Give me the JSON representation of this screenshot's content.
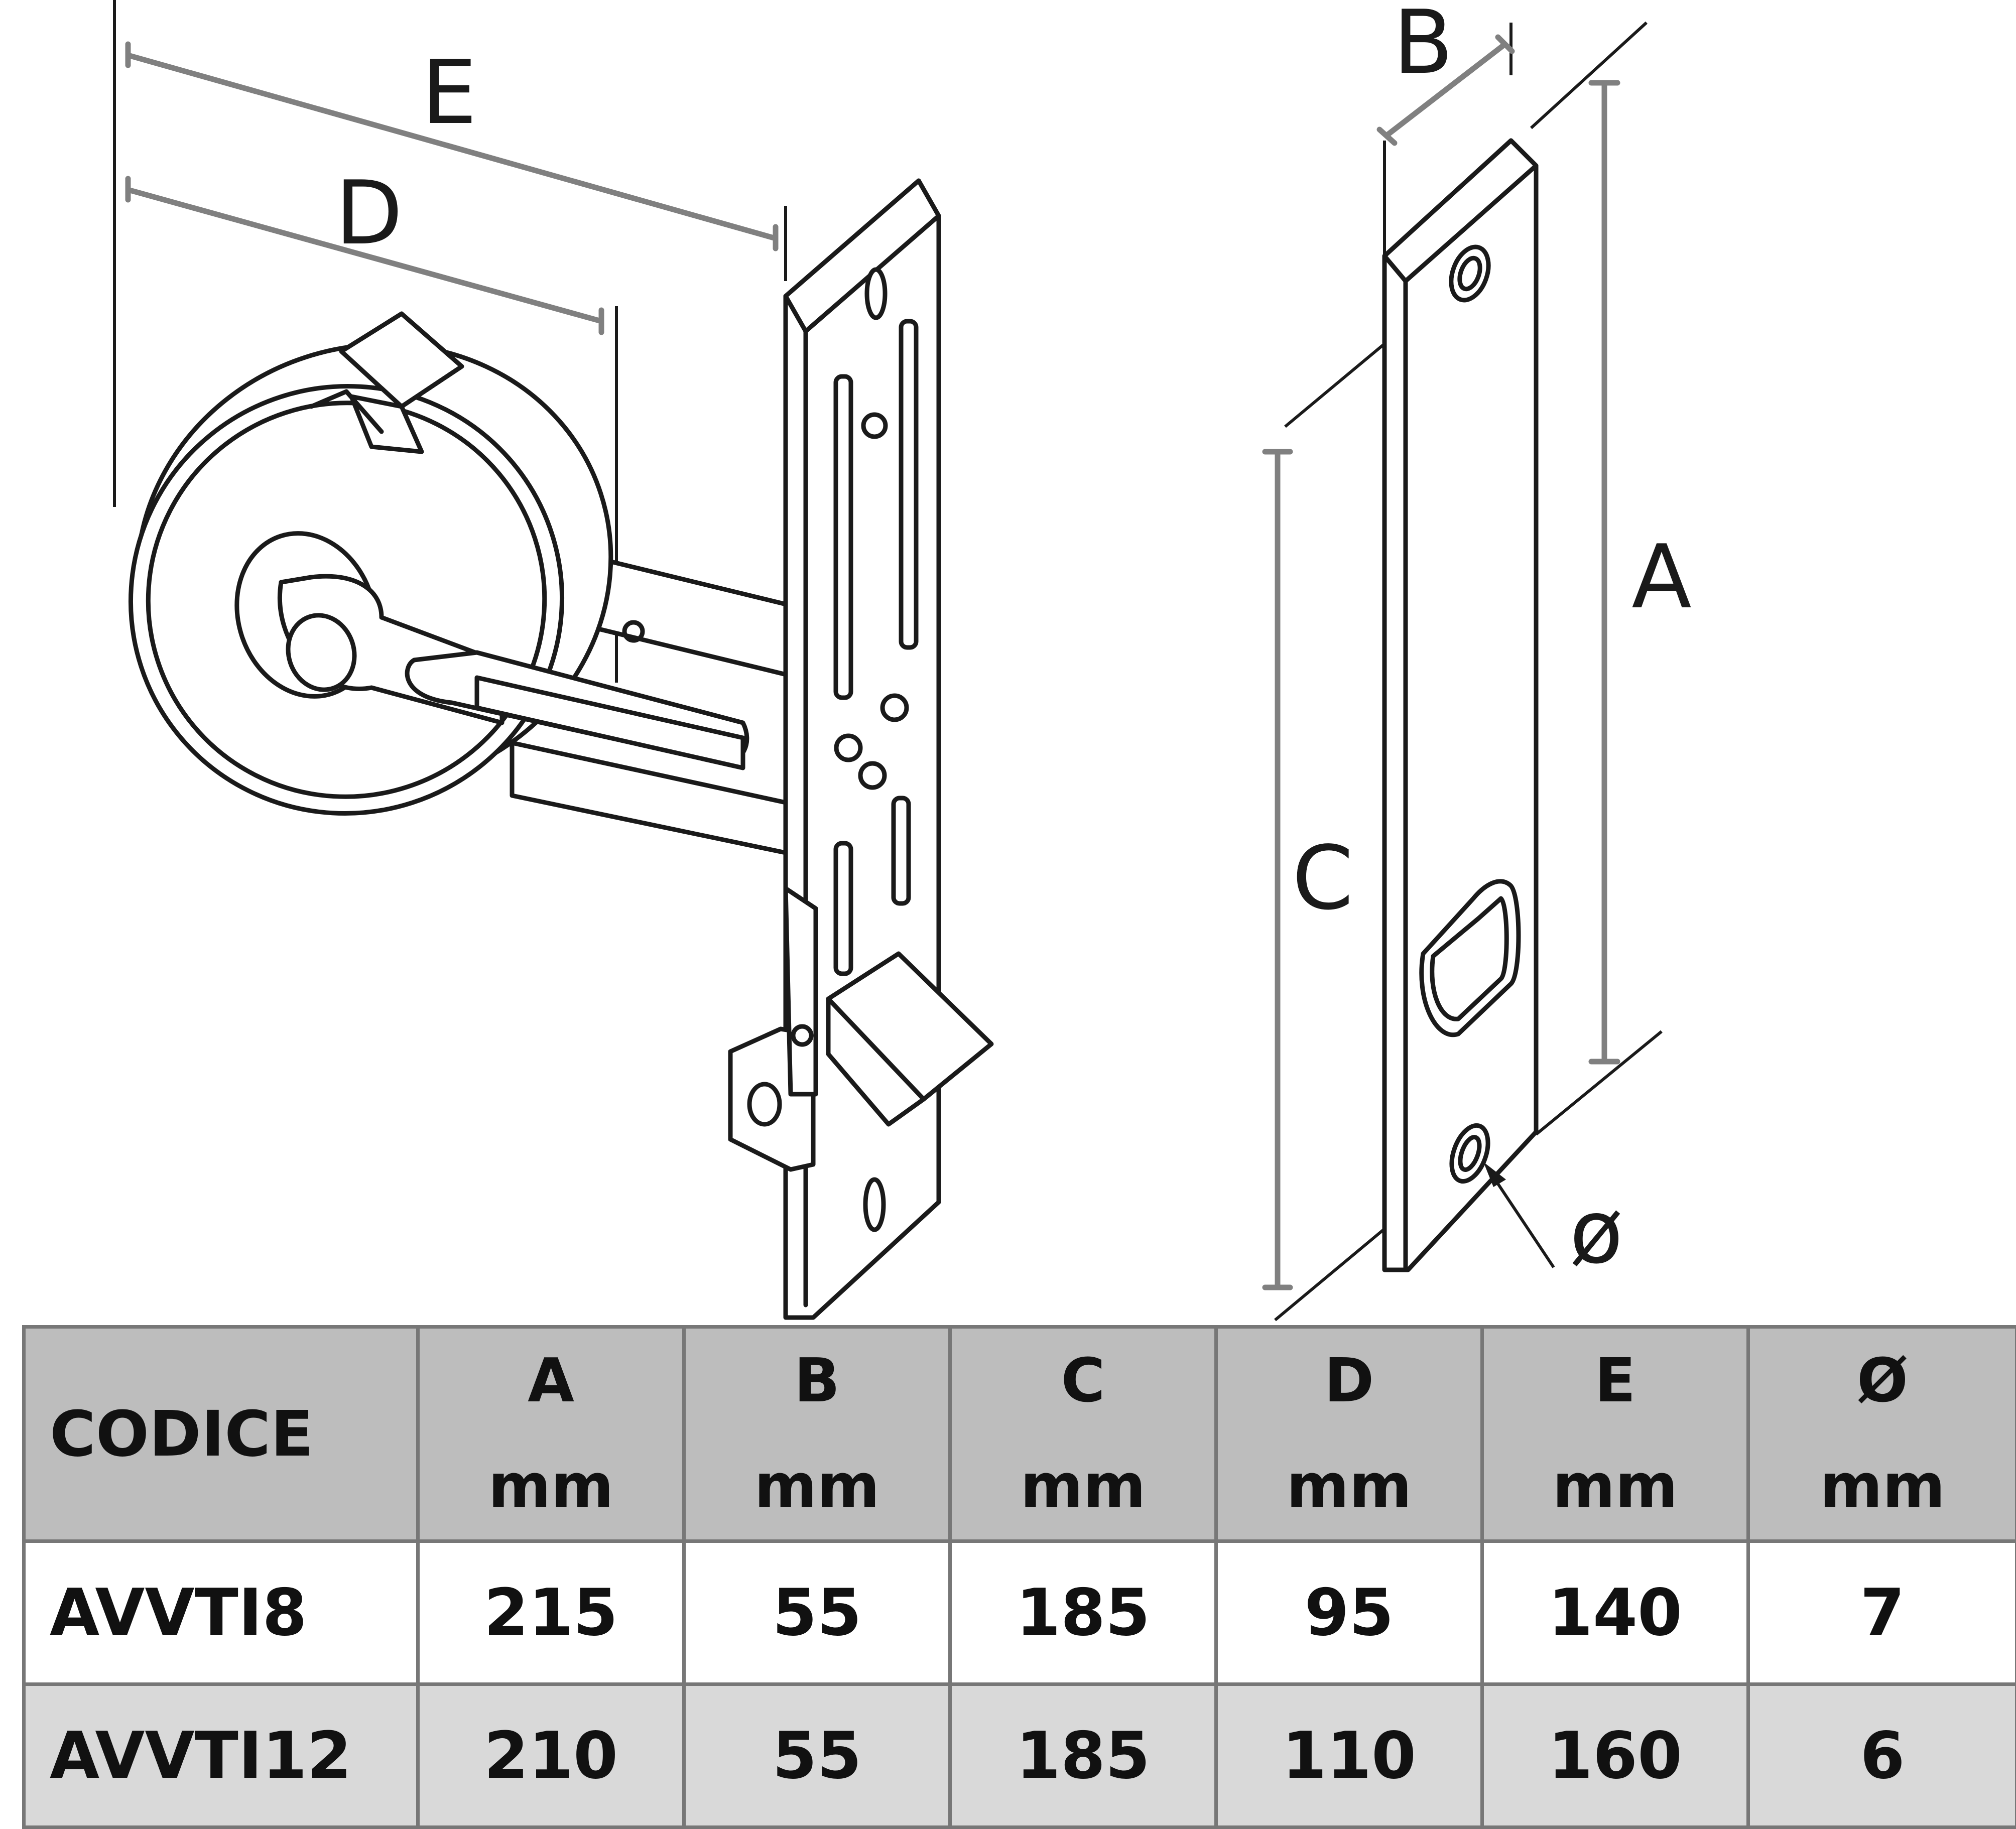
{
  "dimension_labels": {
    "A": "A",
    "B": "B",
    "C": "C",
    "D": "D",
    "E": "E",
    "phi": "ø"
  },
  "table": {
    "code_header": "CODICE",
    "columns": [
      {
        "letter": "A",
        "unit": "mm"
      },
      {
        "letter": "B",
        "unit": "mm"
      },
      {
        "letter": "C",
        "unit": "mm"
      },
      {
        "letter": "D",
        "unit": "mm"
      },
      {
        "letter": "E",
        "unit": "mm"
      },
      {
        "letter": "Ø",
        "unit": "mm"
      }
    ],
    "rows": [
      {
        "code": "AVVTI8",
        "values": [
          "215",
          "55",
          "185",
          "95",
          "140",
          "7"
        ]
      },
      {
        "code": "AVVTI12",
        "values": [
          "210",
          "55",
          "185",
          "110",
          "160",
          "6"
        ]
      }
    ]
  },
  "colors": {
    "header_bg": "#bdbdbd",
    "row_alt_bg": "#d9d9d9",
    "dimension_line": "#808080",
    "outline": "#1a1a1a"
  }
}
